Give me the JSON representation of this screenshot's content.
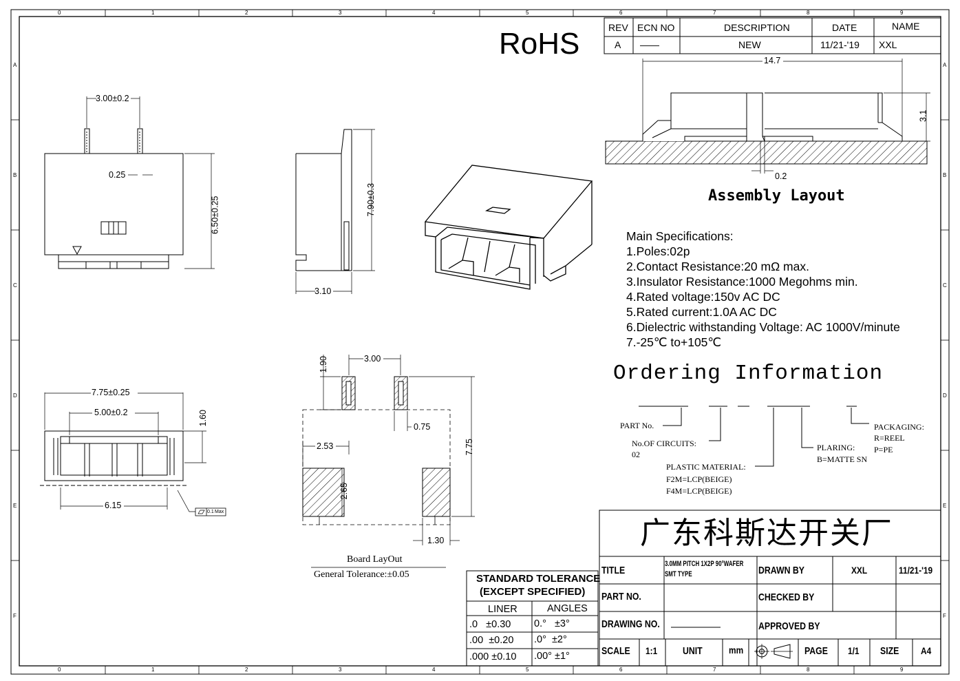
{
  "rohs": "RoHS",
  "grid": {
    "columns": [
      "0",
      "1",
      "2",
      "3",
      "4",
      "5",
      "6",
      "7",
      "8",
      "9"
    ],
    "rows": [
      "A",
      "B",
      "C",
      "D",
      "E",
      "F"
    ]
  },
  "revision_table": {
    "headers": [
      "REV",
      "ECN NO",
      "DESCRIPTION",
      "DATE",
      "NAME"
    ],
    "row": [
      "A",
      "——",
      "NEW",
      "11/21-'19",
      "XXL"
    ]
  },
  "dimensions": {
    "top_pitch": "3.00±0.2",
    "pin_width": "0.25",
    "body_height": "6.50±0.25",
    "side_height": "7.90±0.3",
    "side_depth": "3.10",
    "bottom_width": "7.75±0.25",
    "bottom_inner": "5.00±0.2",
    "bottom_h": "1.60",
    "bottom_span": "6.15",
    "flatness": "0.1",
    "flatness_unit": "Max",
    "asm_width": "14.7",
    "asm_height": "3.1",
    "asm_gap": "0.2",
    "pad_h": "1.90",
    "pad_pitch": "3.00",
    "pad_w": "0.75",
    "pad_offset": "2.53",
    "pad_total": "7.75",
    "mount_h": "2.65",
    "mount_w": "1.30"
  },
  "assembly_layout": "Assembly Layout",
  "board_layout": "Board LayOut",
  "general_tolerance": "General Tolerance:±0.05",
  "specs": {
    "title": "Main Specifications:",
    "items": [
      "1.Poles:02p",
      "2.Contact Resistance:20 mΩ max.",
      "3.Insulator Resistance:1000 Megohms min.",
      "4.Rated voltage:150v AC DC",
      "5.Rated current:1.0A AC DC",
      "6.Dielectric withstanding Voltage: AC 1000V/minute",
      "7.-25℃ to+105℃"
    ]
  },
  "ordering": {
    "title": "Ordering Information",
    "part_no": "PART No.",
    "circuits": "No.OF CIRCUITS:",
    "circuits_val": "02",
    "plastic": "PLASTIC MATERIAL:",
    "plastic_1": "F2M=LCP(BEIGE)",
    "plastic_2": "F4M=LCP(BEIGE)",
    "plating": "PLARING:",
    "plating_1": "B=MATTE SN",
    "packaging": "PACKAGING:",
    "packaging_1": "R=REEL",
    "packaging_2": "P=PE"
  },
  "company": "广东科斯达开关厂",
  "tolerance_table": {
    "title1": "STANDARD TOLERANCE",
    "title2": "(EXCEPT  SPECIFIED)",
    "col1": "LINER",
    "col2": "ANGLES",
    "rows": [
      [
        ".0   ±0.30",
        "0.°   ±3°"
      ],
      [
        ".00  ±0.20",
        ".0°  ±2°"
      ],
      [
        ".000 ±0.10",
        ".00° ±1°"
      ]
    ]
  },
  "title_block": {
    "title_lbl": "TITLE",
    "title_val1": "3.0MM  PITCH 1X2P 90°WAFER",
    "title_val2": "SMT TYPE",
    "drawn_lbl": "DRAWN BY",
    "drawn_val": "XXL",
    "drawn_date": "11/21-'19",
    "partno_lbl": "PART NO.",
    "checked_lbl": "CHECKED BY",
    "drawingno_lbl": "DRAWING NO.",
    "approved_lbl": "APPROVED BY",
    "scale_lbl": "SCALE",
    "scale_val": "1:1",
    "unit_lbl": "UNIT",
    "unit_val": "mm",
    "page_lbl": "PAGE",
    "page_val": "1/1",
    "size_lbl": "SIZE",
    "size_val": "A4"
  }
}
